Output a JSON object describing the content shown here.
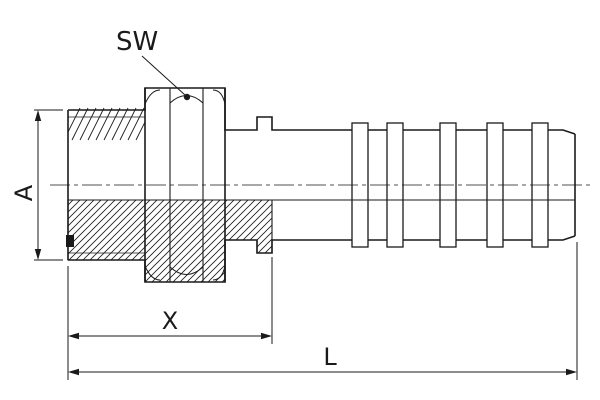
{
  "drawing": {
    "type": "technical-drawing",
    "description": "Half-section drawing of a hydraulic hose fitting: male threaded end, hex nut (wrench flats), collar flange and ribbed interlock hose tail, with dimension annotations",
    "labels": {
      "sw": "SW",
      "a": "A",
      "x": "X",
      "l": "L"
    },
    "colors": {
      "line": "#1a1a1a",
      "background": "#ffffff"
    }
  }
}
